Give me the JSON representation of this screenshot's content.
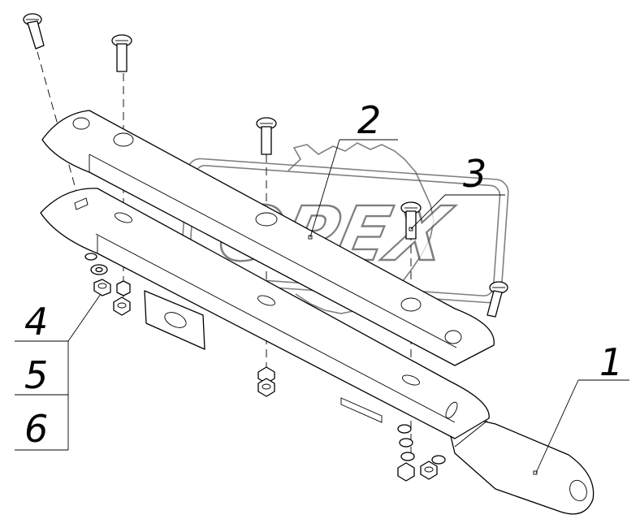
{
  "watermark": {
    "text": "OPEX"
  },
  "callouts": [
    {
      "id": "1",
      "label": "1"
    },
    {
      "id": "2",
      "label": "2"
    },
    {
      "id": "3",
      "label": "3"
    },
    {
      "id": "4",
      "label": "4"
    },
    {
      "id": "5",
      "label": "5"
    },
    {
      "id": "6",
      "label": "6"
    }
  ],
  "colors": {
    "line": "#000000",
    "watermark": "#555555",
    "background": "#ffffff"
  }
}
